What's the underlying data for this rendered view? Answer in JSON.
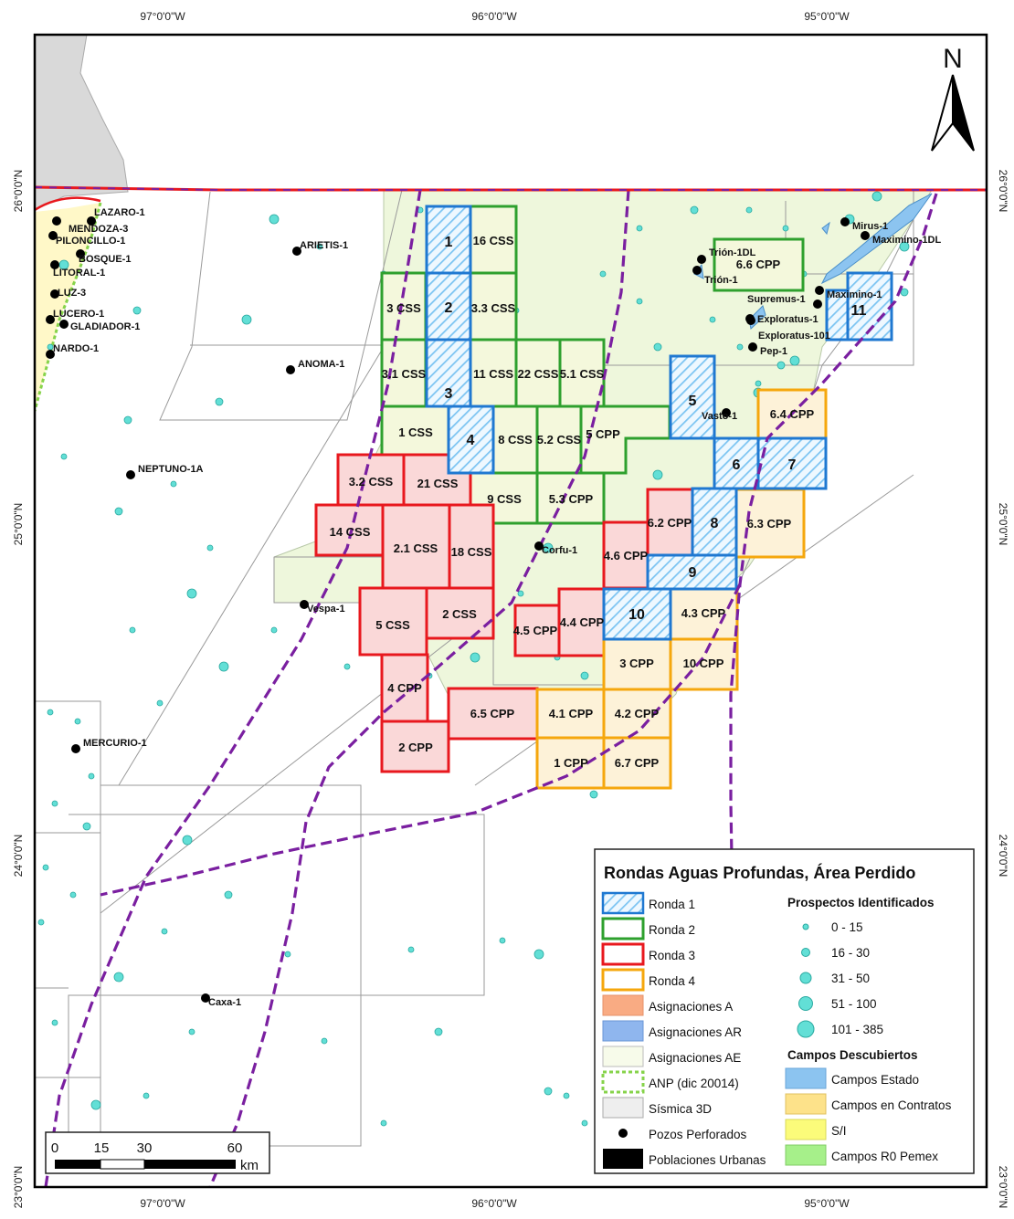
{
  "map": {
    "coords": {
      "top": [
        "97°0'0\"W",
        "96°0'0\"W",
        "95°0'0\"W"
      ],
      "bottom": [
        "97°0'0\"W",
        "96°0'0\"W",
        "95°0'0\"W"
      ],
      "left": [
        "26°0'0\"N",
        "25°0'0\"N",
        "24°0'0\"N",
        "23°0'0\"N"
      ],
      "right": [
        "26°0'0\"N",
        "25°0'0\"N",
        "24°0'0\"N",
        "23°0'0\"N"
      ]
    },
    "north_label": "N",
    "blocks": {
      "ronda1": [
        "1",
        "2",
        "3",
        "4",
        "5",
        "6",
        "7",
        "8",
        "9",
        "10",
        "11"
      ],
      "ronda2": [
        "16 CSS",
        "3 CSS",
        "3.3 CSS",
        "3.1 CSS",
        "11 CSS",
        "22 CSS",
        "5.1 CSS",
        "1 CSS",
        "8 CSS",
        "5.2 CSS",
        "5 CPP",
        "9 CSS",
        "5.3 CPP",
        "6.6 CPP"
      ],
      "ronda3": [
        "3.2 CSS",
        "21 CSS",
        "14 CSS",
        "2.1 CSS",
        "18 CSS",
        "5 CSS",
        "2 CSS",
        "4 CPP",
        "6.5 CPP",
        "2 CPP",
        "6.2 CPP",
        "4.6 CPP",
        "4.5 CPP",
        "4.4 CPP"
      ],
      "ronda4": [
        "6.4 CPP",
        "6.3 CPP",
        "4.3 CPP",
        "3 CPP",
        "10 CPP",
        "4.1 CPP",
        "4.2 CPP",
        "1 CPP",
        "6.7 CPP"
      ]
    },
    "wells": [
      "LAZARO-1",
      "MENDOZA-3",
      "PILONCILLO-1",
      "BOSQUE-1",
      "LITORAL-1",
      "LUZ-3",
      "LUCERO-1",
      "GLADIADOR-1",
      "NARDO-1",
      "ARIETIS-1",
      "ANOMA-1",
      "NEPTUNO-1A",
      "MERCURIO-1",
      "Vespa-1",
      "Corfu-1",
      "Caxa-1",
      "Trión-1DL",
      "Trión-1",
      "Supremus-1",
      "Maximino-1",
      "Mirus-1",
      "Maximino-1DL",
      "Exploratus-1",
      "Exploratus-101",
      "Pep-1",
      "Vasto-1"
    ],
    "colors": {
      "ronda1": "#1f78d1",
      "ronda2": "#2ea02e",
      "ronda3": "#e8181e",
      "ronda4": "#f5a70d",
      "asignaciones_ae": "#eaf5d4",
      "prospects": "#62dfd6",
      "boundary_dashed": "#7a1fa0",
      "anp": "#86d34a"
    }
  },
  "legend": {
    "title": "Rondas Aguas Profundas, Área Perdido",
    "left_items": [
      "Ronda 1",
      "Ronda 2",
      "Ronda 3",
      "Ronda 4",
      "Asignaciones A",
      "Asignaciones AR",
      "Asignaciones AE",
      "ANP (dic 20014)",
      "Sísmica 3D",
      "Pozos Perforados",
      "Poblaciones Urbanas"
    ],
    "prospectos_title": "Prospectos Identificados",
    "prospectos": [
      "0 - 15",
      "16 - 30",
      "31 - 50",
      "51 - 100",
      "101 - 385"
    ],
    "campos_title": "Campos Descubiertos",
    "campos": [
      "Campos Estado",
      "Campos en Contratos",
      "S/I",
      "Campos R0 Pemex"
    ]
  },
  "scalebar": {
    "ticks": [
      "0",
      "15",
      "30",
      "60"
    ],
    "unit": "km"
  }
}
